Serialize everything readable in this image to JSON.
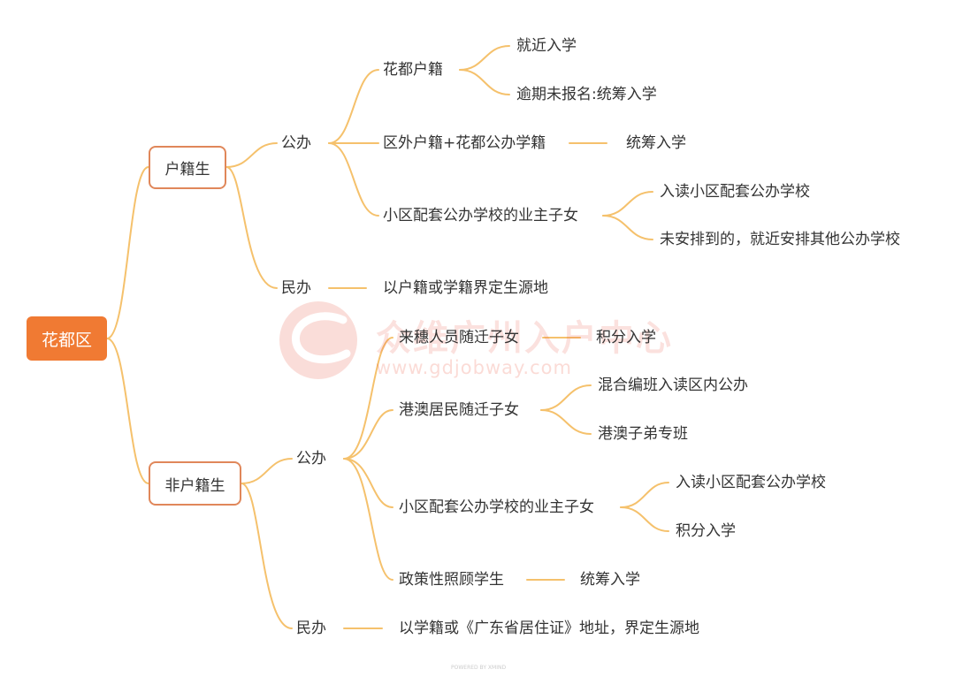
{
  "root": "花都区",
  "huji": {
    "label": "户籍生",
    "gongban": {
      "label": "公办",
      "huadu": {
        "label": "花都户籍",
        "leaf1": "就近入学",
        "leaf2": "逾期未报名:统筹入学"
      },
      "quwai": {
        "label": "区外户籍+花都公办学籍",
        "leaf": "统筹入学"
      },
      "xiaoqu": {
        "label": "小区配套公办学校的业主子女",
        "leaf1": "入读小区配套公办学校",
        "leaf2": "未安排到的，就近安排其他公办学校"
      }
    },
    "minban": {
      "label": "民办",
      "leaf": "以户籍或学籍界定生源地"
    }
  },
  "feihuji": {
    "label": "非户籍生",
    "gongban": {
      "label": "公办",
      "laisui": {
        "label": "来穗人员随迁子女",
        "leaf": "积分入学"
      },
      "gangao": {
        "label": "港澳居民随迁子女",
        "leaf1": "混合编班入读区内公办",
        "leaf2": "港澳子弟专班"
      },
      "xiaoqu": {
        "label": "小区配套公办学校的业主子女",
        "leaf1": "入读小区配套公办学校",
        "leaf2": "积分入学"
      },
      "zhengce": {
        "label": "政策性照顾学生",
        "leaf": "统筹入学"
      }
    },
    "minban": {
      "label": "民办",
      "leaf": "以学籍或《广东省居住证》地址，界定生源地"
    }
  },
  "watermark": {
    "text": "众维广州入户中心",
    "url": "www.gdjobway.com"
  },
  "footer": "POWERED BY XMIND",
  "colors": {
    "root": "#f07a33",
    "box_border": "#e0875a",
    "line": "#f5c16c",
    "text": "#333333",
    "watermark": "#eb5a46"
  }
}
